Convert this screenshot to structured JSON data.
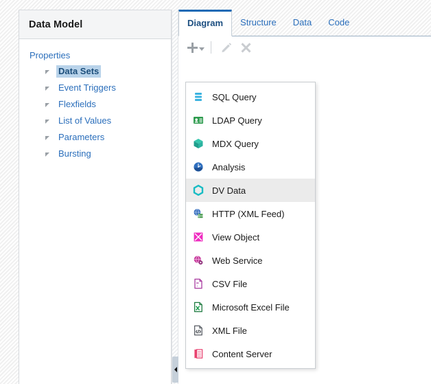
{
  "left_panel": {
    "title": "Data Model",
    "tree": {
      "root_label": "Properties",
      "nodes": [
        {
          "label": "Data Sets",
          "selected": true
        },
        {
          "label": "Event Triggers",
          "selected": false
        },
        {
          "label": "Flexfields",
          "selected": false
        },
        {
          "label": "List of Values",
          "selected": false
        },
        {
          "label": "Parameters",
          "selected": false
        },
        {
          "label": "Bursting",
          "selected": false
        }
      ]
    }
  },
  "right_panel": {
    "tabs": [
      {
        "label": "Diagram",
        "active": true
      },
      {
        "label": "Structure",
        "active": false
      },
      {
        "label": "Data",
        "active": false
      },
      {
        "label": "Code",
        "active": false
      }
    ],
    "toolbar": {
      "add_icon": "plus-icon",
      "add_dropdown_icon": "chevron-down-icon",
      "edit_icon": "pencil-icon",
      "delete_icon": "close-icon"
    },
    "dropdown_menu": {
      "items": [
        {
          "label": "SQL Query",
          "icon": "database-icon",
          "highlighted": false
        },
        {
          "label": "LDAP Query",
          "icon": "ldap-card-icon",
          "highlighted": false
        },
        {
          "label": "MDX Query",
          "icon": "cube-icon",
          "highlighted": false
        },
        {
          "label": "Analysis",
          "icon": "analysis-icon",
          "highlighted": false
        },
        {
          "label": "DV Data",
          "icon": "hexagon-icon",
          "highlighted": true
        },
        {
          "label": "HTTP (XML Feed)",
          "icon": "http-feed-icon",
          "highlighted": false
        },
        {
          "label": "View Object",
          "icon": "view-object-icon",
          "highlighted": false
        },
        {
          "label": "Web Service",
          "icon": "web-service-icon",
          "highlighted": false
        },
        {
          "label": "CSV File",
          "icon": "csv-file-icon",
          "highlighted": false
        },
        {
          "label": "Microsoft Excel File",
          "icon": "excel-file-icon",
          "highlighted": false
        },
        {
          "label": "XML File",
          "icon": "xml-file-icon",
          "highlighted": false
        },
        {
          "label": "Content Server",
          "icon": "content-server-icon",
          "highlighted": false
        }
      ]
    }
  },
  "splitter": {
    "collapse_icon": "chevron-left-icon"
  },
  "colors": {
    "link_blue": "#2a6ebb",
    "tab_active_border": "#1b6ab5",
    "selection_blue": "#b9d3ea",
    "menu_highlight": "#ebebeb"
  }
}
